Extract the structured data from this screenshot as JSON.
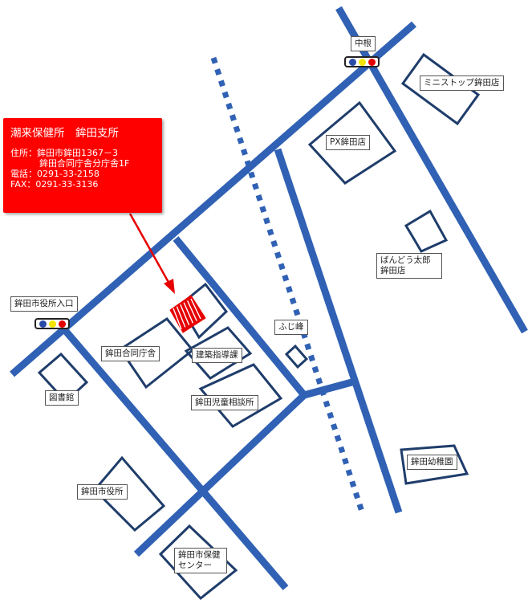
{
  "colors": {
    "road": "#3061b4",
    "rail_dots": "#3061b4",
    "building_outline": "#1f3d6b",
    "highlight": "#e60000",
    "infobox_bg": "#ff0000",
    "infobox_text": "#ffffff",
    "signal_blue": "#2a4aa8",
    "signal_yellow": "#f2e600",
    "signal_red": "#e30000"
  },
  "infobox": {
    "title": "潮来保健所　鉾田支所",
    "address_label": "住所：",
    "address_line1": "鉾田市鉾田1367－3",
    "address_line2": "鉾田合同庁舎分庁舎1F",
    "phone_label": "電話：",
    "phone": "0291-33-2158",
    "fax_label": "FAX：",
    "fax": "0291-33-3136"
  },
  "signals": {
    "nakane": {
      "label": "中根",
      "lamps": [
        "blue",
        "yellow",
        "red"
      ]
    },
    "city_hall_entrance": {
      "label": "鉾田市役所入口",
      "lamps": [
        "blue",
        "yellow",
        "red"
      ]
    }
  },
  "places": {
    "ministop": "ミニストップ鉾田店",
    "px": "PX鉾田店",
    "bando_line1": "ばんどう太郎",
    "bando_line2": "鉾田店",
    "fujimine": "ふじ峰",
    "joint_office": "鉾田合同庁舎",
    "construction": "建築指導課",
    "child_center": "鉾田児童相談所",
    "library": "図書館",
    "kindergarten": "鉾田幼稚園",
    "city_hall": "鉾田市役所",
    "health_center_line1": "鉾田市保健",
    "health_center_line2": "センター"
  }
}
